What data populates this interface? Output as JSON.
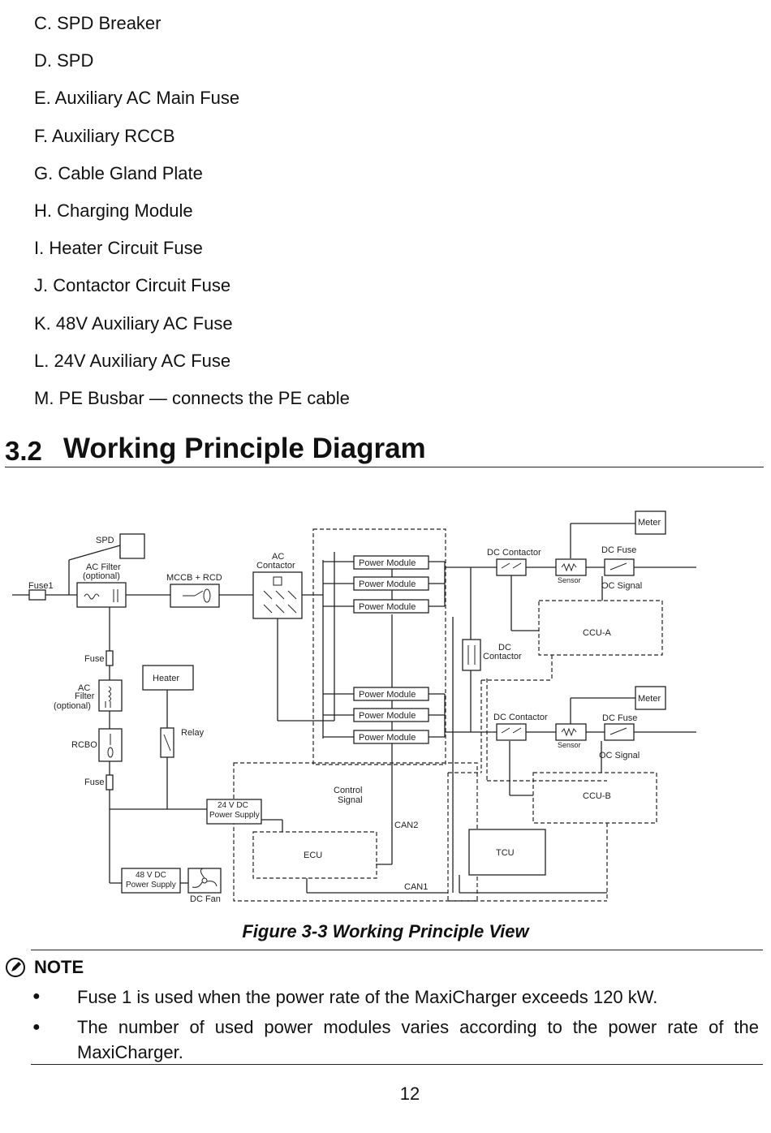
{
  "components_list": [
    "C. SPD Breaker",
    "D. SPD",
    "E. Auxiliary AC Main Fuse",
    "F. Auxiliary RCCB",
    "G. Cable Gland Plate",
    "H. Charging Module",
    "I. Heater Circuit Fuse",
    "J. Contactor Circuit Fuse",
    "K. 48V Auxiliary AC Fuse",
    "L. 24V Auxiliary AC Fuse",
    "M. PE Busbar — connects the PE cable"
  ],
  "section": {
    "number": "3.2",
    "title": "Working Principle Diagram"
  },
  "diagram": {
    "spd": "SPD",
    "fuse1": "Fuse1",
    "ac_filter_top": [
      "AC Filter",
      "(optional)"
    ],
    "mccb": "MCCB + RCD",
    "ac_contactor": [
      "AC",
      "Contactor"
    ],
    "power_module": "Power Module",
    "dc_contactor": "DC Contactor",
    "dc_contactor_mid": [
      "DC",
      "Contactor"
    ],
    "sensor": "Sensor",
    "dc_fuse": "DC Fuse",
    "meter": "Meter",
    "oc_signal": "OC Signal",
    "ccu_a": "CCU-A",
    "ccu_b": "CCU-B",
    "fuse": "Fuse",
    "heater": "Heater",
    "ac_filter_left": [
      "AC",
      "Filter",
      "(optional)"
    ],
    "relay": "Relay",
    "rcbo": "RCBO",
    "psu_24": [
      "24 V DC",
      "Power Supply"
    ],
    "psu_48": [
      "48 V DC",
      "Power Supply"
    ],
    "dc_fan": "DC Fan",
    "control_signal": [
      "Control",
      "Signal"
    ],
    "ecu": "ECU",
    "can2": "CAN2",
    "can1": "CAN1",
    "tcu": "TCU"
  },
  "caption": "Figure 3-3 Working Principle View",
  "note": {
    "heading": "NOTE",
    "items": [
      "Fuse 1 is used when the power rate of the MaxiCharger exceeds 120 kW.",
      "The number of used power modules varies according to the power rate of the",
      "MaxiCharger."
    ]
  },
  "page_number": "12"
}
